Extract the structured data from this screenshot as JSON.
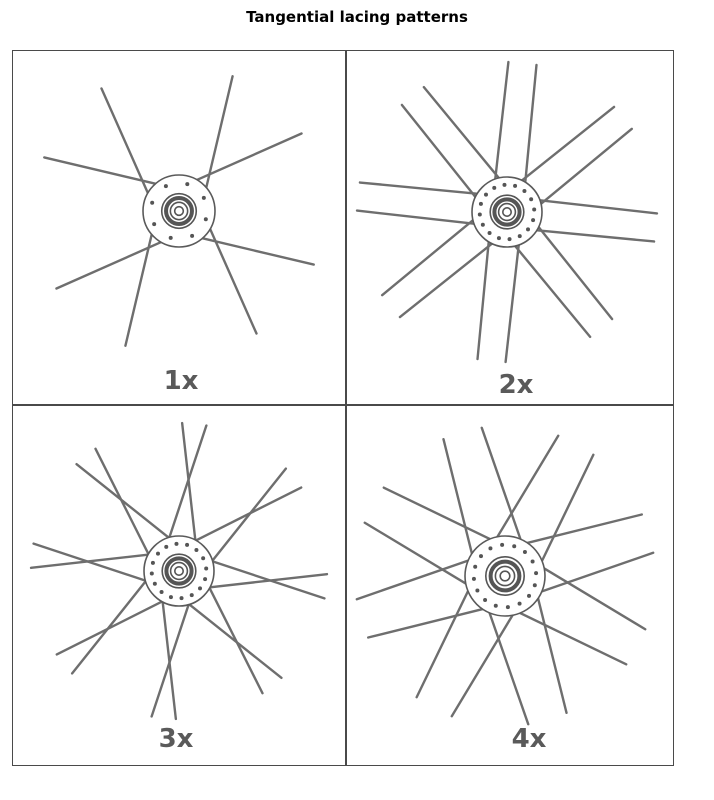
{
  "title": "Tangential lacing patterns",
  "panels": [
    {
      "id": "1x",
      "label": "1x",
      "crosses": 1
    },
    {
      "id": "2x",
      "label": "2x",
      "crosses": 2
    },
    {
      "id": "3x",
      "label": "3x",
      "crosses": 3
    },
    {
      "id": "4x",
      "label": "4x",
      "crosses": 4
    }
  ],
  "colors": {
    "spoke": "#6e6e6e",
    "hub": "#5a5a5a",
    "frame": "#4a4a4a"
  }
}
